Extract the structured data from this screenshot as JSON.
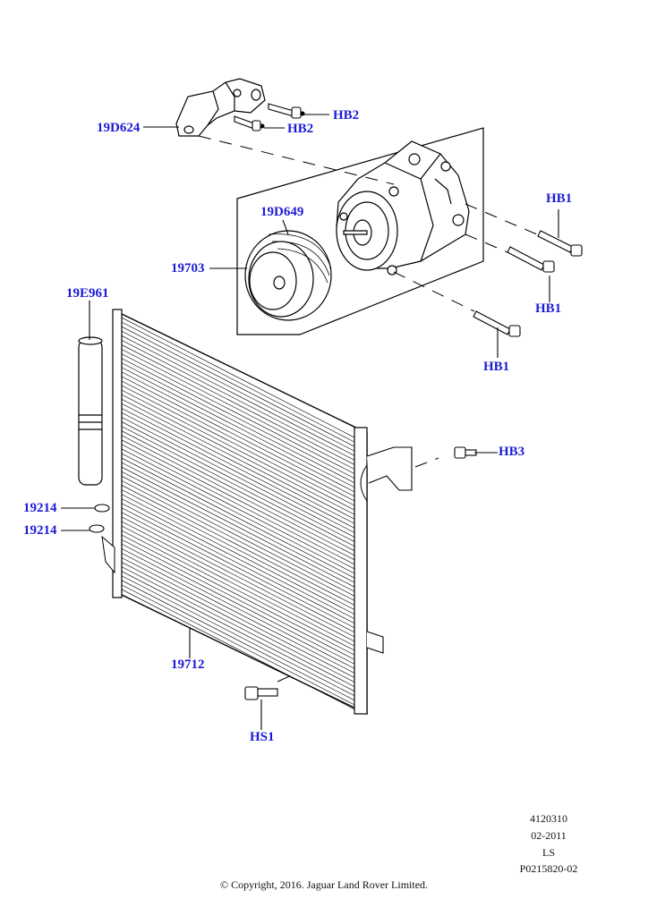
{
  "callouts": {
    "bracket": "19D624",
    "bracket_bolt_upper": "HB2",
    "bracket_bolt_lower": "HB2",
    "pulley": "19D649",
    "compressor": "19703",
    "compressor_bolt_top": "HB1",
    "compressor_bolt_middle": "HB1",
    "compressor_bolt_bottom": "HB1",
    "receiver_drier": "19E961",
    "oring_upper": "19214",
    "oring_lower": "19214",
    "condenser": "19712",
    "condenser_bolt": "HB3",
    "condenser_stud": "HS1"
  },
  "footer": {
    "code": "4120310",
    "date": "02-2011",
    "model": "LS",
    "part_ref": "P0215820-02",
    "copyright": "© Copyright, 2016. Jaguar Land Rover Limited."
  },
  "colors": {
    "callout": "#1c1cd6",
    "line": "#000000"
  }
}
